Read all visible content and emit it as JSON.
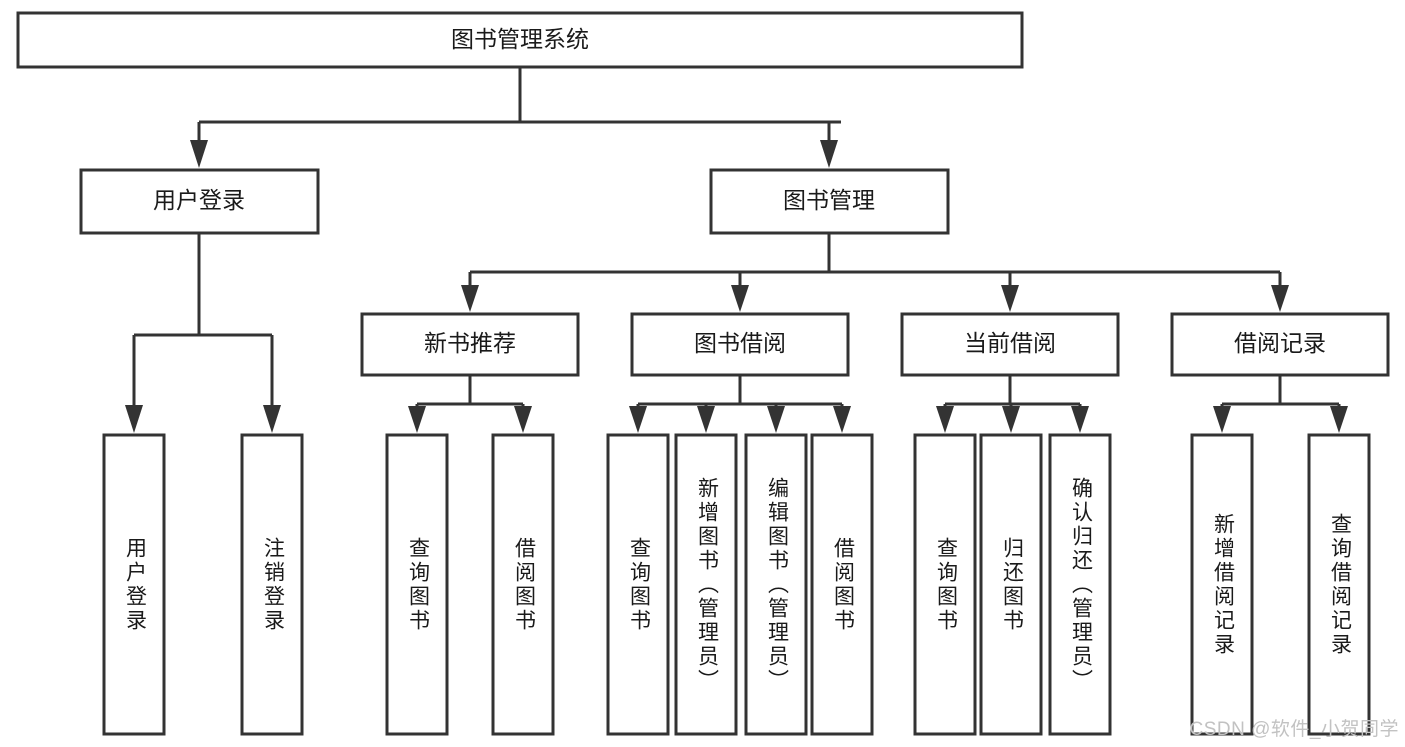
{
  "diagram": {
    "title": "图书管理系统",
    "type": "tree",
    "colors": {
      "box_stroke": "#333333",
      "box_fill": "#ffffff",
      "text": "#1a1a1a",
      "background": "#ffffff",
      "watermark": "#c2c2c2"
    },
    "root": {
      "id": "root",
      "label": "图书管理系统",
      "orientation": "horizontal"
    },
    "level2": [
      {
        "id": "user-login",
        "label": "用户登录",
        "orientation": "horizontal"
      },
      {
        "id": "book-management",
        "label": "图书管理",
        "orientation": "horizontal"
      }
    ],
    "level3": [
      {
        "id": "new-book-recommend",
        "label": "新书推荐",
        "orientation": "horizontal",
        "parent": "book-management"
      },
      {
        "id": "book-borrow",
        "label": "图书借阅",
        "orientation": "horizontal",
        "parent": "book-management"
      },
      {
        "id": "current-borrow",
        "label": "当前借阅",
        "orientation": "horizontal",
        "parent": "book-management"
      },
      {
        "id": "borrow-record",
        "label": "借阅记录",
        "orientation": "horizontal",
        "parent": "book-management"
      }
    ],
    "leaves": [
      {
        "id": "leaf-user-login",
        "label": "用户登录",
        "orientation": "vertical",
        "parent": "user-login"
      },
      {
        "id": "leaf-logout",
        "label": "注销登录",
        "orientation": "vertical",
        "parent": "user-login"
      },
      {
        "id": "leaf-query-book-1",
        "label": "查询图书",
        "orientation": "vertical",
        "parent": "new-book-recommend"
      },
      {
        "id": "leaf-borrow-book-1",
        "label": "借阅图书",
        "orientation": "vertical",
        "parent": "new-book-recommend"
      },
      {
        "id": "leaf-query-book-2",
        "label": "查询图书",
        "orientation": "vertical",
        "parent": "book-borrow"
      },
      {
        "id": "leaf-add-book",
        "label": "新增图书（管理员）",
        "orientation": "vertical",
        "parent": "book-borrow"
      },
      {
        "id": "leaf-edit-book",
        "label": "编辑图书（管理员）",
        "orientation": "vertical",
        "parent": "book-borrow"
      },
      {
        "id": "leaf-borrow-book-2",
        "label": "借阅图书",
        "orientation": "vertical",
        "parent": "book-borrow"
      },
      {
        "id": "leaf-query-book-3",
        "label": "查询图书",
        "orientation": "vertical",
        "parent": "current-borrow"
      },
      {
        "id": "leaf-return-book",
        "label": "归还图书",
        "orientation": "vertical",
        "parent": "current-borrow"
      },
      {
        "id": "leaf-confirm-return",
        "label": "确认归还（管理员）",
        "orientation": "vertical",
        "parent": "current-borrow"
      },
      {
        "id": "leaf-add-record",
        "label": "新增借阅记录",
        "orientation": "vertical",
        "parent": "borrow-record"
      },
      {
        "id": "leaf-query-record",
        "label": "查询借阅记录",
        "orientation": "vertical",
        "parent": "borrow-record"
      }
    ]
  },
  "watermark": {
    "text": "CSDN @软件_小贺同学"
  }
}
